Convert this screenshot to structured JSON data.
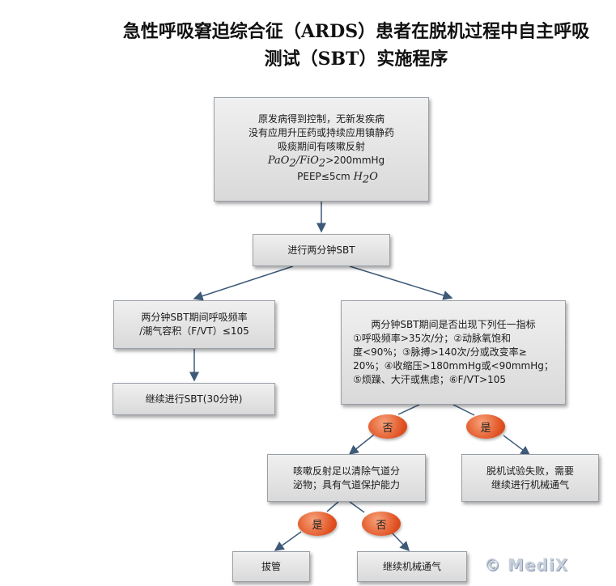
{
  "title": {
    "line1": "急性呼吸窘迫综合征（ARDS）患者在脱机过程中自主呼吸",
    "line2": "测试（SBT）实施程序"
  },
  "boxes": {
    "criteria": {
      "line1": "原发病得到控制，无新发疾病",
      "line2": "没有应用升压药或持续应用镇静药",
      "line3": "吸痰期间有咳嗽反射",
      "pao2": "PaO",
      "pao2_sub": "2",
      "slash": "/",
      "fio2": "FiO",
      "fio2_sub": "2",
      "pao2_value": ">200mmHg",
      "peep": "PEEP≤5cm ",
      "h2o": "H",
      "h2o_sub": "2",
      "h2o_o": "O"
    },
    "two_min_sbt": "进行两分钟SBT",
    "rsbi": {
      "line1": "两分钟SBT期间呼吸频率",
      "line2": "/潮气容积（F/VT）≤105"
    },
    "continue_sbt": "继续进行SBT(30分钟)",
    "failure_criteria": {
      "line1": "两分钟SBT期间是否出现下列任一指标",
      "line2": "①呼吸频率>35次/分；②动脉氧饱和",
      "line3": "度<90%；③脉搏>140次/分或改变率≥",
      "line4": "20%；④收缩压>180mmHg或<90mmHg；",
      "line5": "⑤烦躁、大汗或焦虑；⑥F/VT>105"
    },
    "airway": {
      "line1": "咳嗽反射足以清除气道分",
      "line2": "泌物；具有气道保护能力"
    },
    "failed": {
      "line1": "脱机试验失败，需要",
      "line2": "继续进行机械通气"
    },
    "extubate": "拔管",
    "continue_ventilation": "继续机械通气"
  },
  "decisions": {
    "no_1": "否",
    "yes_1": "是",
    "yes_2": "是",
    "no_2": "否"
  },
  "watermark": "© MediX",
  "colors": {
    "box_fill_top": "#f0f0f0",
    "box_fill_bottom": "#d9d9d9",
    "oval": "#e05020",
    "connector": "#3d5a78"
  }
}
